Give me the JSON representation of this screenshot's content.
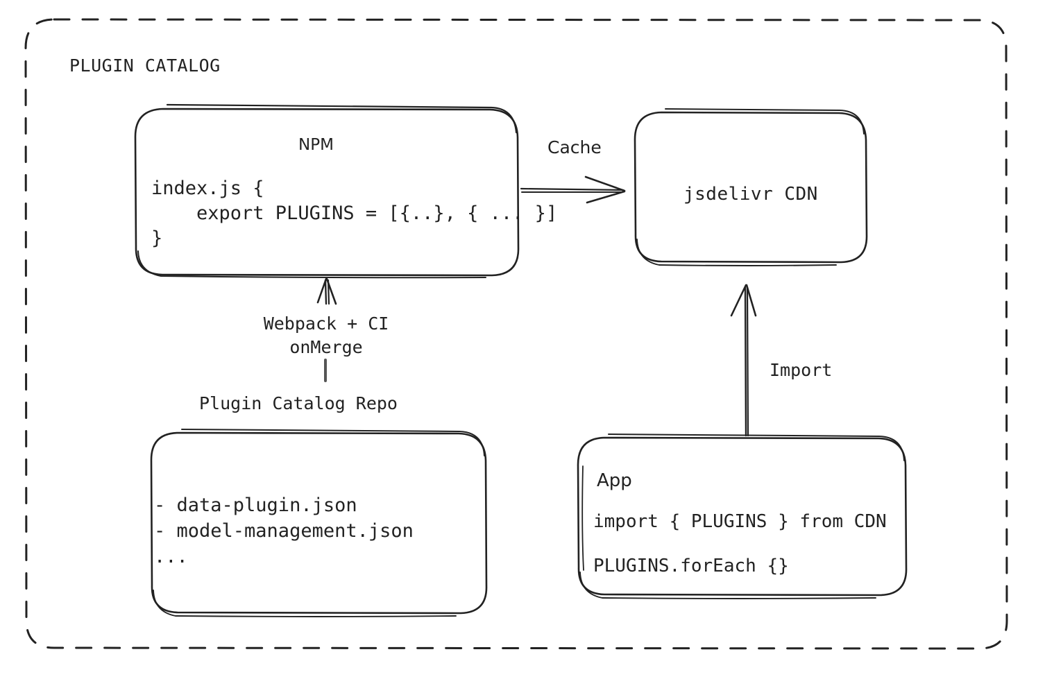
{
  "diagram": {
    "type": "architecture-flow",
    "style": "hand-drawn sketch",
    "background_color": "#ffffff",
    "stroke_color": "#222222",
    "group": {
      "title": "PLUGIN CATALOG",
      "border": "dashed"
    },
    "nodes": {
      "npm": {
        "title": "NPM",
        "code": "index.js {\n    export PLUGINS = [{..}, { ... }]\n}"
      },
      "cdn": {
        "title": "jsdelivr CDN"
      },
      "repo": {
        "caption": "Plugin Catalog Repo",
        "files": "- data-plugin.json\n- model-management.json\n..."
      },
      "app": {
        "title": "App",
        "line1": "import { PLUGINS } from CDN",
        "line2": "PLUGINS.forEach {}"
      }
    },
    "edges": {
      "cache": {
        "label": "Cache",
        "from": "npm",
        "to": "cdn"
      },
      "build": {
        "label": "Webpack + CI\nonMerge",
        "from": "repo",
        "to": "npm"
      },
      "import": {
        "label": "Import",
        "from": "app",
        "to": "cdn"
      }
    }
  }
}
